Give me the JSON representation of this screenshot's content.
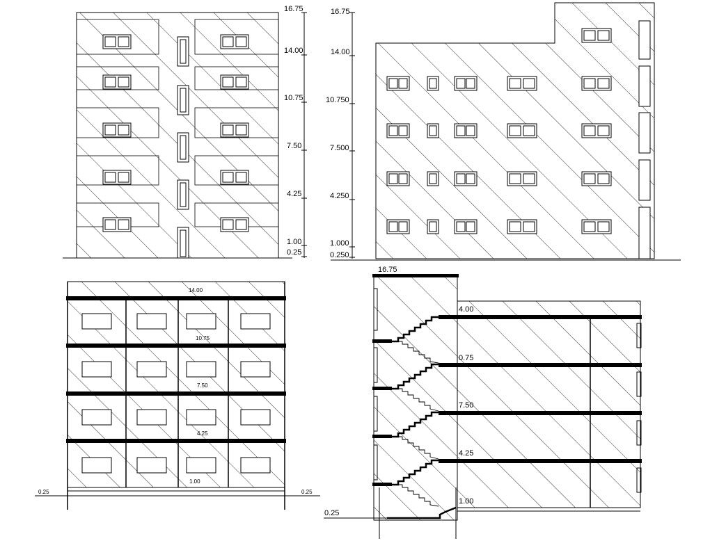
{
  "front_elevation": {
    "levels": [
      "16.75",
      "14.00",
      "10.75",
      "7.50",
      "4.25",
      "1.00",
      "0.25"
    ]
  },
  "side_elevation": {
    "levels": [
      "16.75",
      "14.00",
      "10.750",
      "7.500",
      "4.250",
      "1.000",
      "0.250"
    ]
  },
  "section_a": {
    "floor_levels": [
      "14.00",
      "10.75",
      "7.50",
      "4.25",
      "1.00"
    ],
    "ground_left": "0.25",
    "ground_right": "0.25"
  },
  "section_b": {
    "top_level": "16.75",
    "floor_levels": [
      "4.00",
      "0.75",
      "7.50",
      "4.25",
      "1.00"
    ],
    "ground": "0.25"
  },
  "colors": {
    "line": "#000000",
    "background": "#ffffff"
  }
}
